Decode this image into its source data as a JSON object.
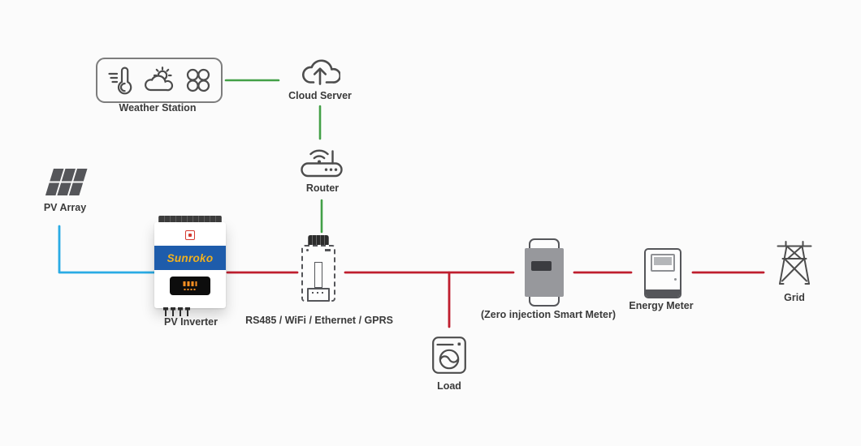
{
  "diagram": {
    "colors": {
      "pv_dc_line": "#2aabe4",
      "ac_power_line": "#bf1e2e",
      "communication_line": "#43a047",
      "icon_stroke": "#4d4d4d",
      "label_text": "#3a3a3a",
      "inverter_band": "#1e5cab",
      "brand_text": "#f3b11c"
    },
    "nodes": {
      "weather_station": {
        "label": "Weather Station",
        "icons": [
          "thermometer-icon",
          "sun-cloud-icon",
          "fan-icon"
        ]
      },
      "cloud_server": {
        "label": "Cloud Server",
        "icon": "cloud-upload-icon"
      },
      "router": {
        "label": "Router",
        "icon": "wifi-router-icon"
      },
      "pv_array": {
        "label": "PV Array",
        "icon": "solar-panel-icon"
      },
      "pv_inverter": {
        "label": "PV Inverter",
        "brand": "Sunroko"
      },
      "comm_dongle": {
        "label": "RS485 / WiFi / Ethernet / GPRS"
      },
      "smart_meter": {
        "label": "(Zero injection Smart Meter)"
      },
      "energy_meter": {
        "label": "Energy Meter"
      },
      "grid": {
        "label": "Grid",
        "icon": "transmission-tower-icon"
      },
      "load": {
        "label": "Load",
        "icon": "washing-machine-icon"
      }
    },
    "connections": [
      {
        "from": "weather_station",
        "to": "cloud_server",
        "type": "communication"
      },
      {
        "from": "cloud_server",
        "to": "router",
        "type": "communication"
      },
      {
        "from": "router",
        "to": "comm_dongle",
        "type": "communication"
      },
      {
        "from": "pv_array",
        "to": "pv_inverter",
        "type": "pv_dc"
      },
      {
        "from": "pv_inverter",
        "to": "smart_meter",
        "type": "ac_power"
      },
      {
        "from": "ac_power_bus",
        "to": "load",
        "type": "ac_power"
      },
      {
        "from": "smart_meter",
        "to": "energy_meter",
        "type": "ac_power"
      },
      {
        "from": "energy_meter",
        "to": "grid",
        "type": "ac_power"
      }
    ]
  }
}
